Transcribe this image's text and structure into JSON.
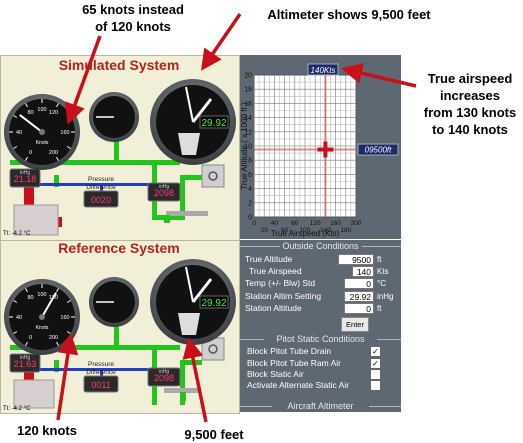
{
  "callouts": {
    "top_left_line1": "65 knots instead",
    "top_left_line2": "of 120 knots",
    "top_center": "Altimeter shows 9,500 feet",
    "right_line1": "True airspeed",
    "right_line2": "increases",
    "right_line3": "from 130 knots",
    "right_line4": "to 140 knots",
    "bottom_left": "120 knots",
    "bottom_center": "9,500 feet"
  },
  "simulated": {
    "title": "Simulated System",
    "airspeed_unit": "Knots",
    "inhg_unit": "inHg",
    "pressure_label_1": "Pressure",
    "pressure_label_2": "Difference",
    "digital_left": "21.18",
    "digital_center": "0020",
    "digital_right": "2098",
    "altimeter_window": "29.92",
    "temp": "Tt:  -4.2 °C",
    "airspeed_needle_knots": 65
  },
  "reference": {
    "title": "Reference System",
    "airspeed_unit": "Knots",
    "inhg_unit": "inHg",
    "pressure_label_1": "Pressure",
    "pressure_label_2": "Difference",
    "digital_left": "21.63",
    "digital_center": "0011",
    "digital_right": "2098",
    "altimeter_window": "29.92",
    "temp": "Tt:  -4.2 °C",
    "airspeed_needle_knots": 120
  },
  "airspeed_ticks": [
    "0",
    "20",
    "40",
    "60",
    "80",
    "100",
    "120",
    "140",
    "160",
    "180",
    "200"
  ],
  "chart_data": {
    "type": "scatter",
    "xlabel": "True Airspeed (Kts)",
    "ylabel": "True Altitude ( x 1000 ft )",
    "xlim": [
      0,
      200
    ],
    "ylim": [
      0,
      20
    ],
    "xticks": [
      "0",
      "40",
      "80",
      "120",
      "160",
      "200"
    ],
    "xticks_minor": [
      "20",
      "60",
      "100",
      "140",
      "180"
    ],
    "yticks": [
      "0",
      "2",
      "4",
      "6",
      "8",
      "10",
      "12",
      "14",
      "16",
      "18",
      "20"
    ],
    "points": [
      {
        "x": 140,
        "y": 9.5
      }
    ],
    "top_readout": "140Kts",
    "side_readout": "09500ft",
    "grid": true,
    "marker_color": "#c8101a"
  },
  "outside_conditions": {
    "title": "Outside Conditions",
    "fields": [
      {
        "label": "True Altitude",
        "value": "9500",
        "unit": "ft"
      },
      {
        "label": "True Airspeed",
        "value": "140",
        "unit": "Kts"
      },
      {
        "label": "Temp (+/- Blw) Std",
        "value": "0",
        "unit": "°C"
      },
      {
        "label": "Station Altim Setting",
        "value": "29.92",
        "unit": "inHg"
      },
      {
        "label": "Station Altitude",
        "value": "0",
        "unit": "ft"
      }
    ],
    "enter_label": "Enter"
  },
  "pitot_static": {
    "title": "Pitot Static Conditions",
    "items": [
      {
        "label": "Block Pitot Tube Drain",
        "checked": "✓"
      },
      {
        "label": "Block Pitot Tube Ram Air",
        "checked": "✓"
      },
      {
        "label": "Block Static Air",
        "checked": ""
      },
      {
        "label": "Activate Alternate Static Air",
        "checked": ""
      }
    ]
  },
  "footer_title": "Aircraft Altimeter",
  "colors": {
    "arrow_red": "#c8101a",
    "pipe_green": "#23c41c",
    "pipe_blue": "#1f3fbf",
    "pipe_red": "#c8101a",
    "panel_bg": "#f1efd8",
    "right_panel_bg": "#5e6872"
  }
}
